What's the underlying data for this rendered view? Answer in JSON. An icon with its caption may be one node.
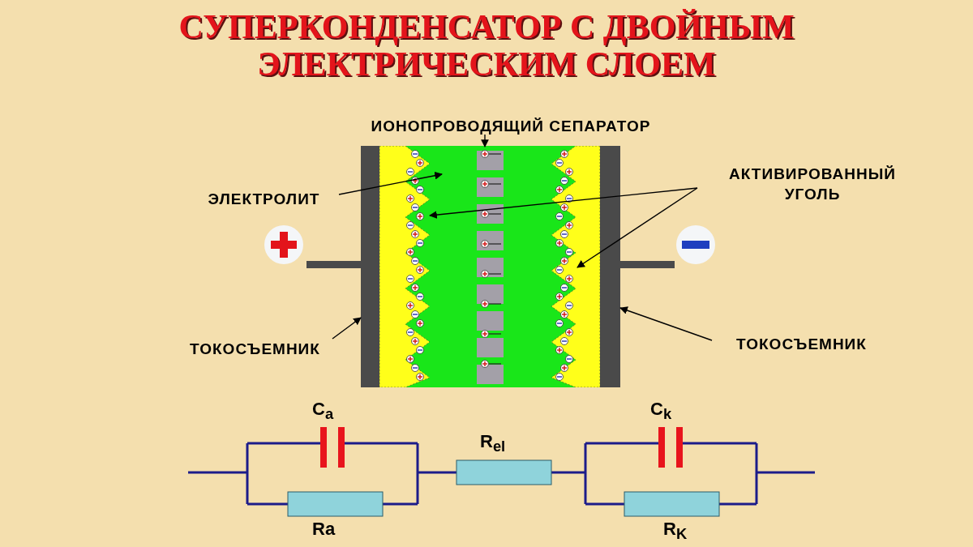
{
  "diagram": {
    "title": "СУПЕРКОНДЕНСАТОР С ДВОЙНЫМ ЭЛЕКТРИЧЕСКИМ СЛОЕМ",
    "nodes": [
      {
        "text": [
          "ИОНОПРОВОДЯЩИЙ СЕПАРАТОР"
        ]
      },
      {
        "text": [
          "ЭЛЕКТРОЛИТ"
        ]
      },
      {
        "text": [
          "АКТИВИРОВАННЫЙ УГОЛЬ"
        ]
      },
      {
        "text": [
          "ТОКОСЪЕМНИК"
        ]
      },
      {
        "text": [
          "ТОКОСЪЕМНИК"
        ]
      },
      {
        "text": [],
        "shape": "bar"
      },
      {
        "text": [],
        "shape": "box",
        "in": 7
      },
      {
        "text": [],
        "shape": "box"
      },
      {
        "text": [],
        "shape": "bar",
        "in": 7
      },
      {
        "text": [],
        "shape": "box",
        "in": 7
      },
      {
        "text": [],
        "shape": "bar"
      }
    ],
    "edges": [
      {
        "from": 0,
        "to": 8,
        "arrow": "to"
      },
      {
        "from": 1,
        "to": 7,
        "arrow": "to"
      },
      {
        "from": 2,
        "to": 6,
        "arrow": "to"
      },
      {
        "from": 2,
        "to": 9,
        "arrow": "to"
      },
      {
        "from": 3,
        "to": 5,
        "arrow": "to"
      },
      {
        "from": 4,
        "to": 10,
        "arrow": "to"
      }
    ],
    "labels": [
      "C$_{a}$",
      "C$_{k}$",
      "R$_{el}$",
      "Ra",
      "R$_{K}$"
    ]
  }
}
